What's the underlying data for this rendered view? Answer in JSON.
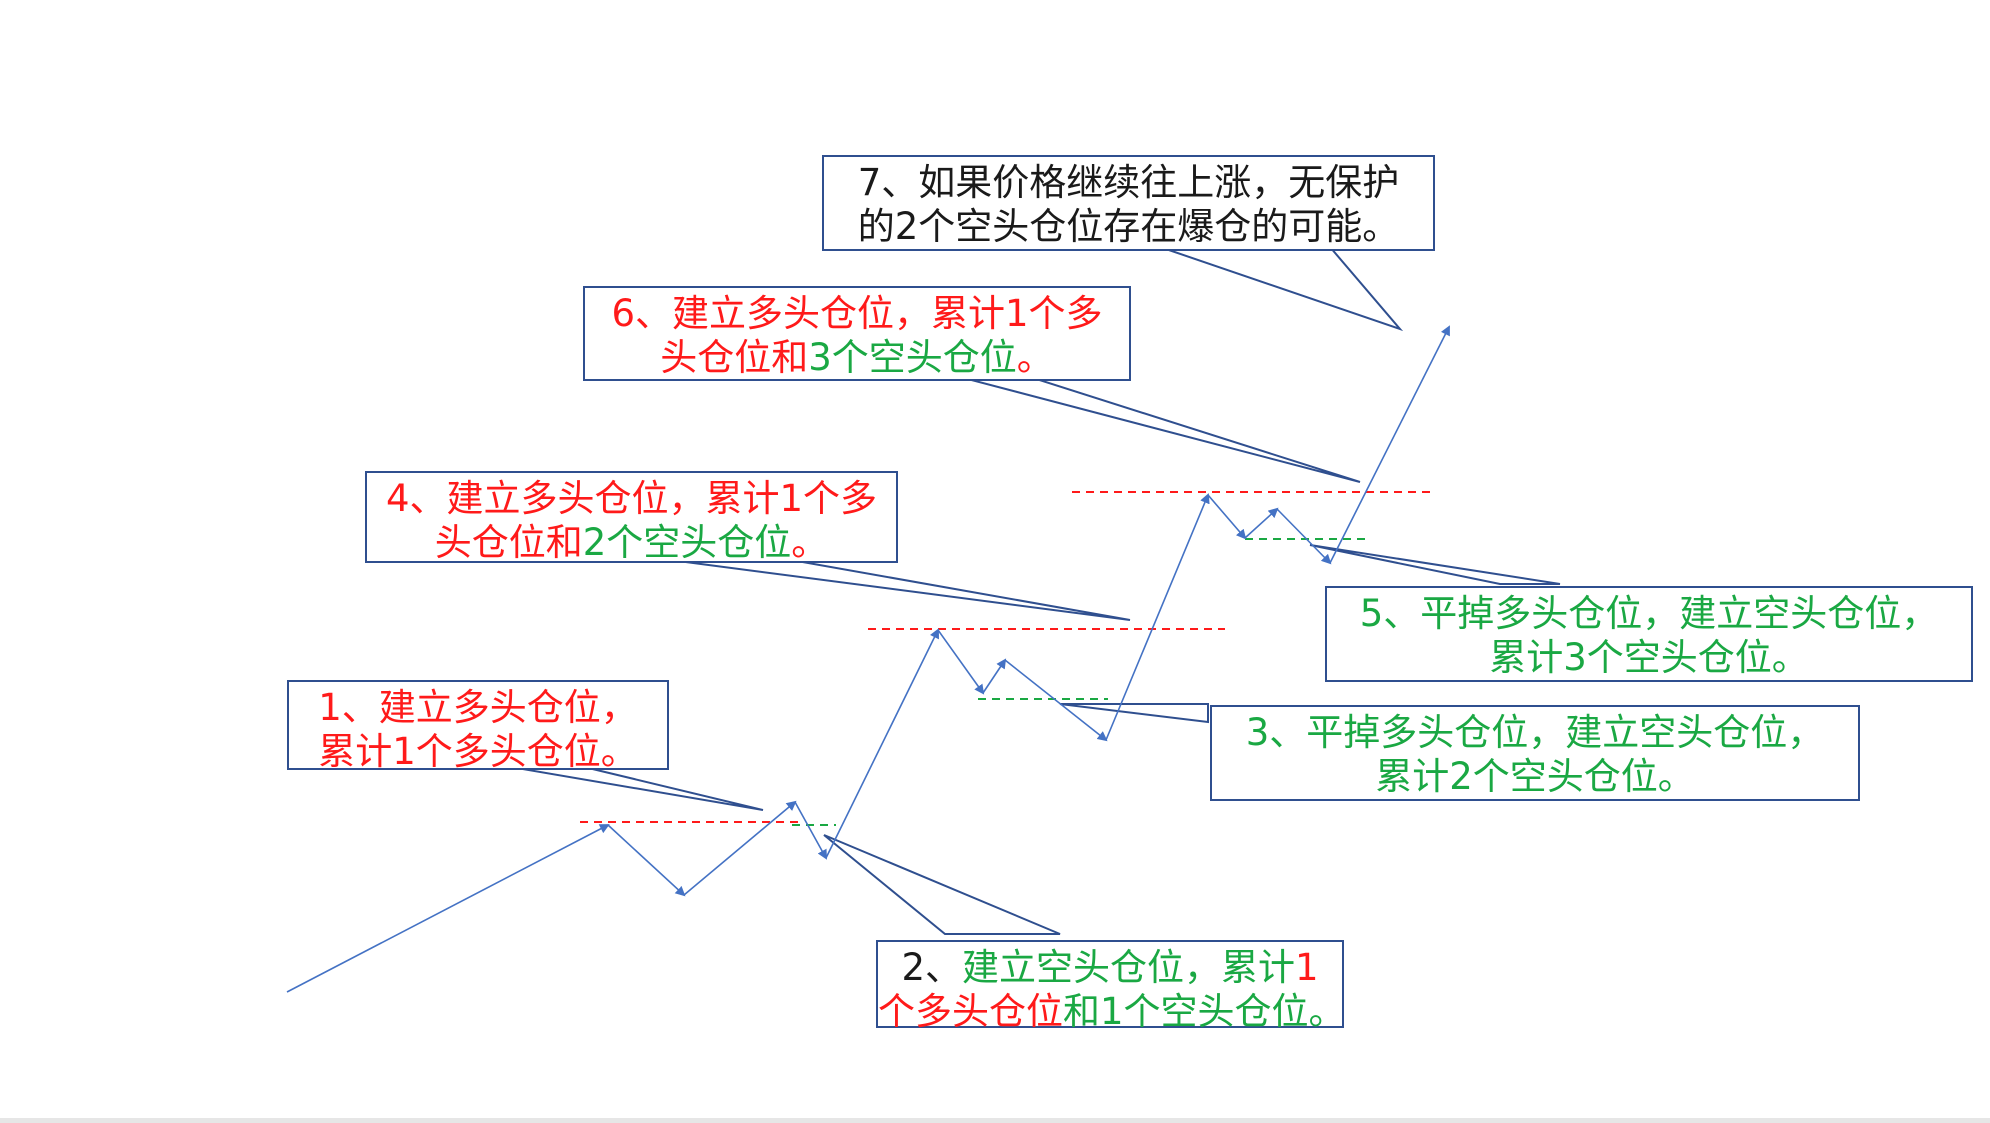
{
  "colors": {
    "long": "#ff1a1a",
    "short": "#1aa843",
    "price_line": "#4472c4",
    "callout_border": "#2f4f8f",
    "text": "#1a1a1a"
  },
  "callouts": {
    "c1": {
      "line1": "1、建立多头仓位，",
      "line2": "累计1个多头仓位。"
    },
    "c2": {
      "l1_num": "2、",
      "l1_green": "建立空头仓位，累计",
      "l1_red": "1",
      "l2_red": "个多头仓位",
      "l2_green_a": "和1个",
      "l2_green_b": "空头仓位。"
    },
    "c3": {
      "line1": "3、平掉多头仓位，建立空头仓位，",
      "line2": "累计2个空头仓位。"
    },
    "c4": {
      "l1": "4、建立多头仓位，累计1个多",
      "l2_red": "头仓位和",
      "l2_green": "2个空头仓位",
      "l2_red_end": "。"
    },
    "c5": {
      "line1": "5、平掉多头仓位，建立空头仓位，",
      "line2": "累计3个空头仓位。"
    },
    "c6": {
      "l1": "6、建立多头仓位，累计1个多",
      "l2_red": "头仓位和",
      "l2_green": "3个空头仓位",
      "l2_red_end": "。"
    },
    "c7": {
      "line1": "7、如果价格继续往上涨，无保护",
      "line2": "的2个空头仓位存在爆仓的可能。"
    }
  }
}
